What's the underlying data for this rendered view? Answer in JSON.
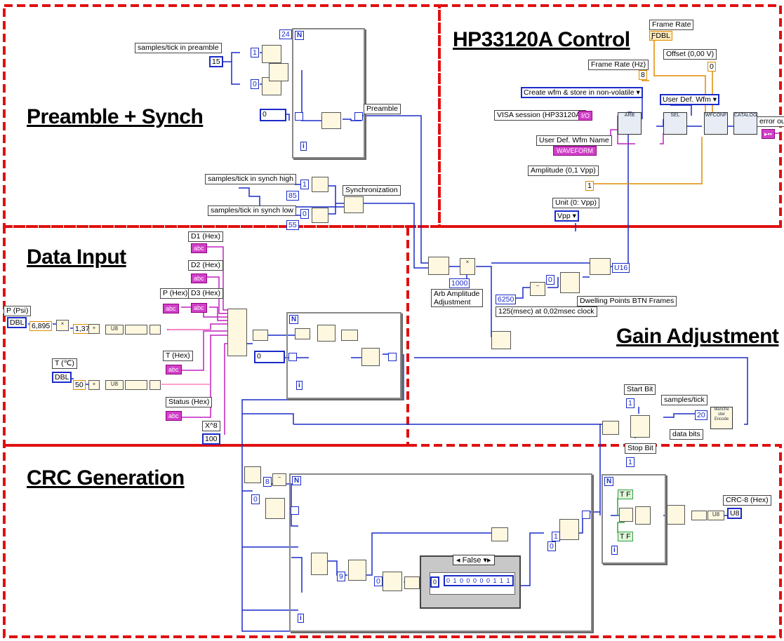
{
  "sections": {
    "preamble": "Preamble + Synch",
    "hp": "HP33120A Control",
    "data": "Data Input",
    "gain": "Gain Adjustment",
    "crc": "CRC Generation"
  },
  "preamble": {
    "samples_label": "samples/tick in preamble",
    "samples_val": "15",
    "const_1": "1",
    "const_0": "0",
    "loop_n": "24",
    "arr_0": "0",
    "tunnel_label": "Preamble",
    "synch_high_label": "samples/tick in synch high",
    "synch_high_val": "85",
    "synch_low_label": "samples/tick in synch low",
    "synch_low_val": "55",
    "synch_label": "Synchronization"
  },
  "hp": {
    "frame_rate_top": "Frame Rate",
    "frame_rate_hz": "Frame Rate (Hz)",
    "frame_rate_val": "8",
    "offset_label": "Offset (0,00 V)",
    "offset_val": "0",
    "create_mode": "Create wfm & store in non-volatile",
    "user_def_wfm": "User Def. Wfm",
    "visa_session": "VISA session (HP33120A)",
    "wfm_name_label": "User Def. Wfm Name",
    "wfm_name_val": "WAVEFORM",
    "amplitude_label": "Amplitude (0,1 Vpp)",
    "amplitude_val": "1",
    "unit_label": "Unit (0: Vpp)",
    "unit_val": "Vpp",
    "error_out": "error out"
  },
  "data_input": {
    "p_psi": "P (Psi)",
    "p_val1": "6,895",
    "p_val2": "1,37",
    "d1": "D1 (Hex)",
    "d2": "D2 (Hex)",
    "d3": "D3 (Hex)",
    "p_hex": "P (Hex)",
    "t_c": "T (℃)",
    "t_val": "50",
    "t_hex": "T (Hex)",
    "status_hex": "Status (Hex)",
    "x8": "X^8",
    "x8_val": "100",
    "arr_0": "0"
  },
  "gain": {
    "val_1000": "1000",
    "arb_label": "Arb Amplitude Adjustment",
    "val_0": "0",
    "val_6250": "6250",
    "dwelling": "Dwelling Points BTN Frames",
    "msec": "125(msec) at 0,02msec clock",
    "start_bit": "Start Bit",
    "start_val": "1",
    "samples_tick": "samples/tick",
    "samples_val": "20",
    "manch": "Manche ster Encode",
    "data_bits": "data bits",
    "stop_bit": "Stop Bit",
    "stop_val": "1"
  },
  "crc": {
    "case_label": "False",
    "bits": "0 1 0 0 0 0 0 1 1 1",
    "crc_label": "CRC-8 (Hex)",
    "const_0": "0",
    "const_8": "8"
  }
}
